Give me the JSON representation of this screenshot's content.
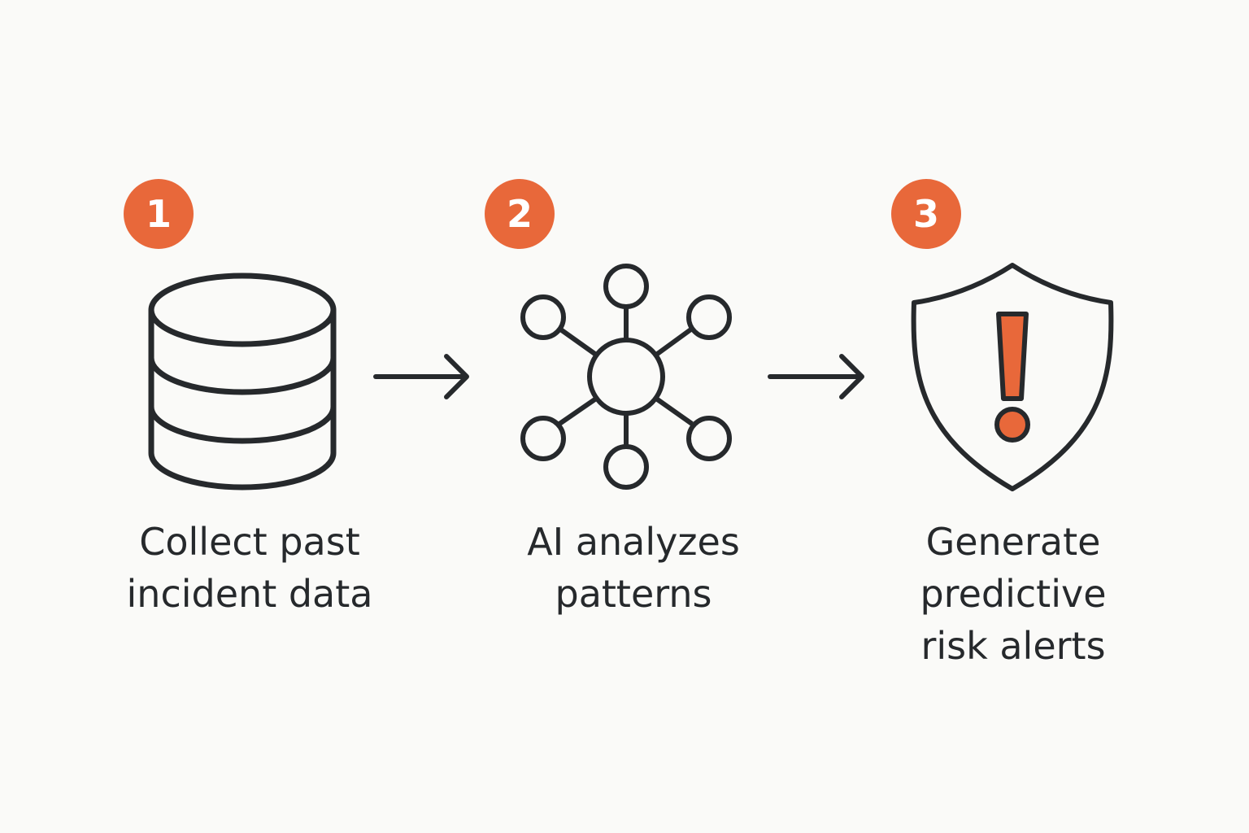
{
  "colors": {
    "accent": "#E8683A",
    "stroke": "#26292C",
    "background": "#FAFAF8"
  },
  "steps": [
    {
      "number": "1",
      "label": "Collect past\nincident data",
      "icon": "database-icon"
    },
    {
      "number": "2",
      "label": "AI analyzes\npatterns",
      "icon": "network-hub-icon"
    },
    {
      "number": "3",
      "label": "Generate\npredictive\nrisk alerts",
      "icon": "shield-alert-icon"
    }
  ],
  "connectors": [
    "arrow-right-icon",
    "arrow-right-icon"
  ]
}
